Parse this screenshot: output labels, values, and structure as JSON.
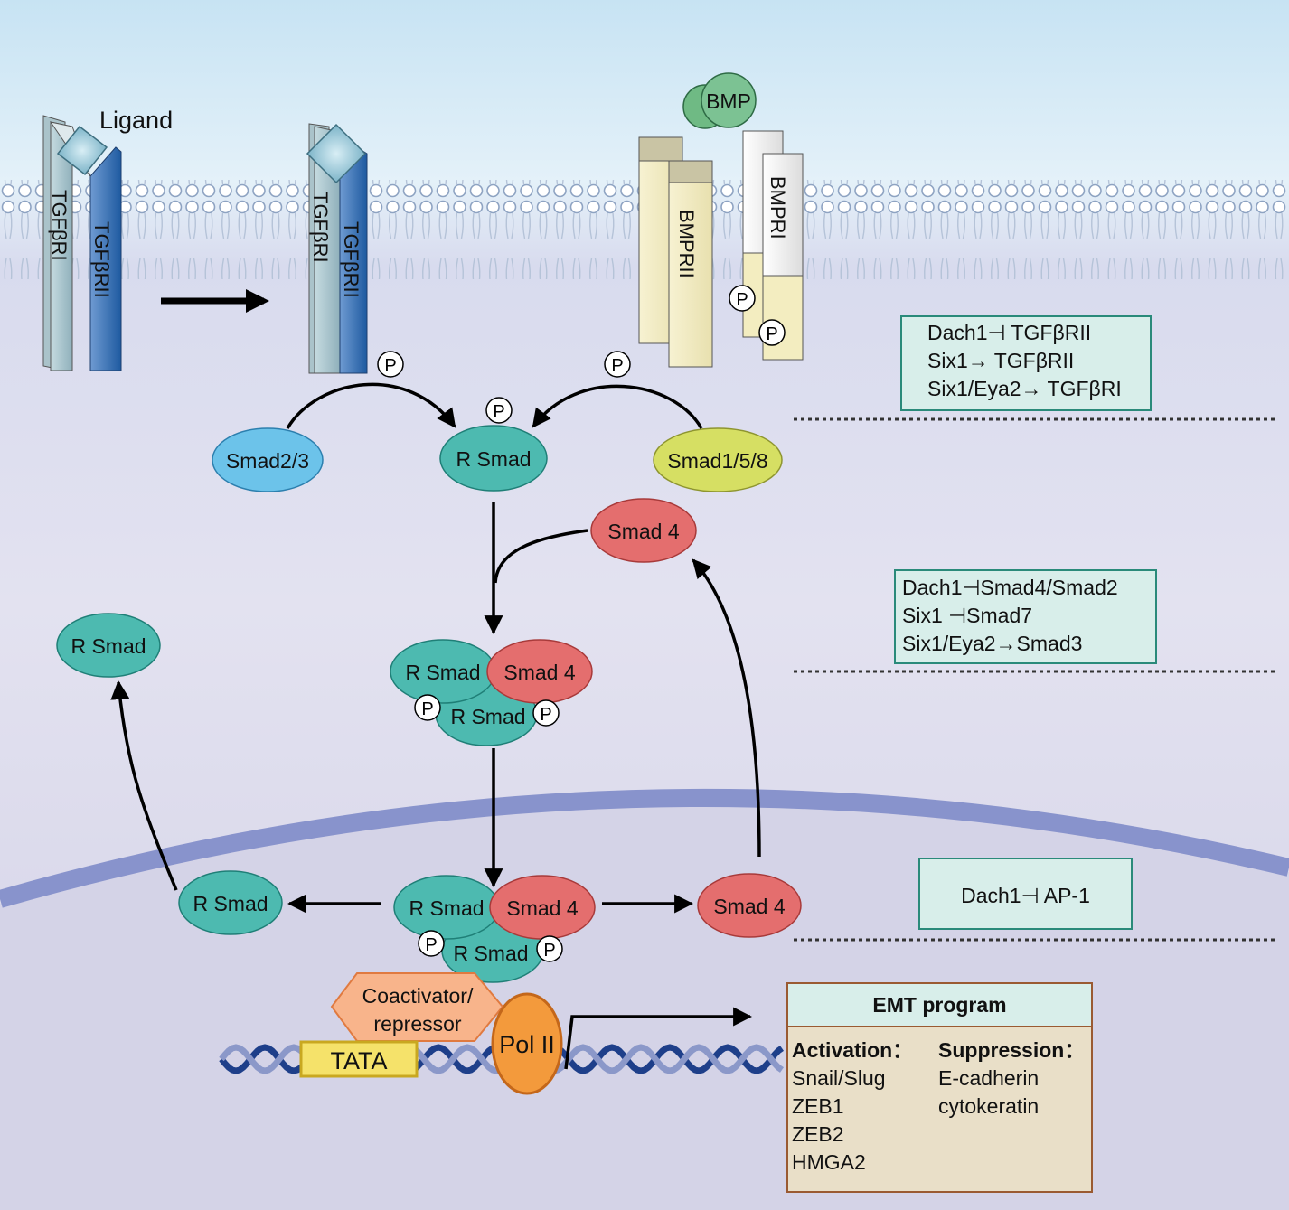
{
  "membrane": {
    "ligand_label": "Ligand",
    "tgfbri_label": "TGFβRI",
    "tgfbrii_label": "TGFβRII",
    "bmp_label": "BMP",
    "bmprii_label": "BMPRII",
    "bmpri_label": "BMPRI"
  },
  "phospho_label": "P",
  "nodes": {
    "smad23": "Smad2/3",
    "rsmad_center": "R Smad",
    "smad158": "Smad1/5/8",
    "smad4_cyto": "Smad 4",
    "rsmad_left_top": "R Smad",
    "complex_rsmad_a": "R Smad",
    "complex_smad4": "Smad 4",
    "complex_rsmad_b": "R Smad",
    "nuc_rsmad_a": "R Smad",
    "nuc_smad4": "Smad 4",
    "nuc_rsmad_b": "R Smad",
    "rsmad_left_nuc": "R Smad",
    "smad4_nuc": "Smad 4"
  },
  "dna": {
    "coactivator": [
      "Coactivator/",
      "repressor"
    ],
    "tata": "TATA",
    "pol2": "Pol II"
  },
  "notes": {
    "receptors": [
      "Dach1⊣ TGFβRII",
      "Six1→ TGFβRII",
      "Six1/Eya2→ TGFβRI"
    ],
    "smads": [
      "Dach1⊣Smad4/Smad2",
      "Six1 ⊣Smad7",
      "Six1/Eya2→Smad3"
    ],
    "nuclear": [
      "Dach1⊣ AP-1"
    ]
  },
  "emt": {
    "title": "EMT program",
    "activation_head": "Activation：",
    "activation_items": [
      "Snail/Slug",
      "ZEB1",
      "ZEB2",
      "HMGA2"
    ],
    "suppression_head": "Suppression：",
    "suppression_items": [
      "E-cadherin",
      "cytokeratin"
    ]
  },
  "colors": {
    "extracellular": "#cde6f4",
    "cytoplasm": "#dcdaeb",
    "nuclear_envelope": "#8893cc",
    "teal_smad": "#4dbab0",
    "red_smad4": "#e46e6e",
    "blue_smad23": "#6cc3ea",
    "yellow_smad158": "#d6df63",
    "note_fill": "#d8eeea",
    "note_border": "#2a8a7a"
  }
}
